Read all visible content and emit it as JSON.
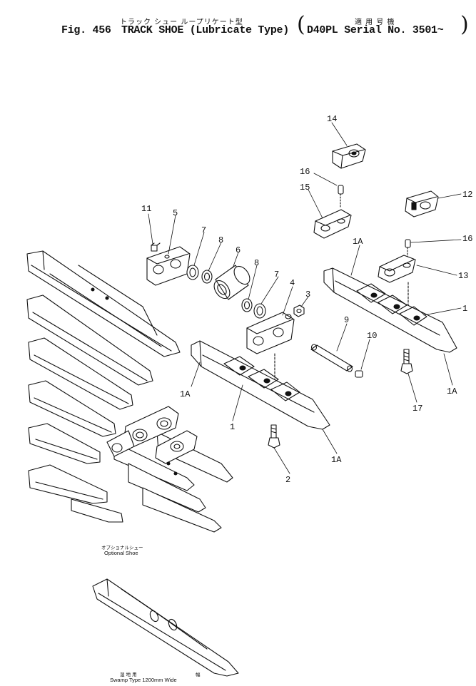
{
  "header": {
    "title_jp": "トラック シュー ループリケート型",
    "fig_number": "Fig. 456",
    "title_en": "TRACK SHOE (Lubricate Type)",
    "applicability_jp": "適 用 号 機",
    "applicability_en": "D40PL Serial No. 3501~"
  },
  "part_labels": [
    {
      "id": "p14",
      "text": "14"
    },
    {
      "id": "p16a",
      "text": "16"
    },
    {
      "id": "p15",
      "text": "15"
    },
    {
      "id": "p12",
      "text": "12"
    },
    {
      "id": "p11",
      "text": "11"
    },
    {
      "id": "p5",
      "text": "5"
    },
    {
      "id": "p7a",
      "text": "7"
    },
    {
      "id": "p8a",
      "text": "8"
    },
    {
      "id": "p6",
      "text": "6"
    },
    {
      "id": "p8b",
      "text": "8"
    },
    {
      "id": "p7b",
      "text": "7"
    },
    {
      "id": "p4",
      "text": "4"
    },
    {
      "id": "p3",
      "text": "3"
    },
    {
      "id": "p1Aa",
      "text": "1A"
    },
    {
      "id": "p16b",
      "text": "16"
    },
    {
      "id": "p13",
      "text": "13"
    },
    {
      "id": "p1a",
      "text": "1"
    },
    {
      "id": "p9",
      "text": "9"
    },
    {
      "id": "p10",
      "text": "10"
    },
    {
      "id": "p1Ab",
      "text": "1A"
    },
    {
      "id": "p17",
      "text": "17"
    },
    {
      "id": "p1Ac",
      "text": "1A"
    },
    {
      "id": "p1b",
      "text": "1"
    },
    {
      "id": "p1Ad",
      "text": "1A"
    },
    {
      "id": "p2",
      "text": "2"
    }
  ],
  "captions": {
    "optional_jp": "オプショナルシュー",
    "optional_en": "Optional Shoe",
    "swamp_jp": "湿 地 用",
    "swamp_width_jp": "幅",
    "swamp_en": "Swamp Type 1200mm Wide"
  }
}
